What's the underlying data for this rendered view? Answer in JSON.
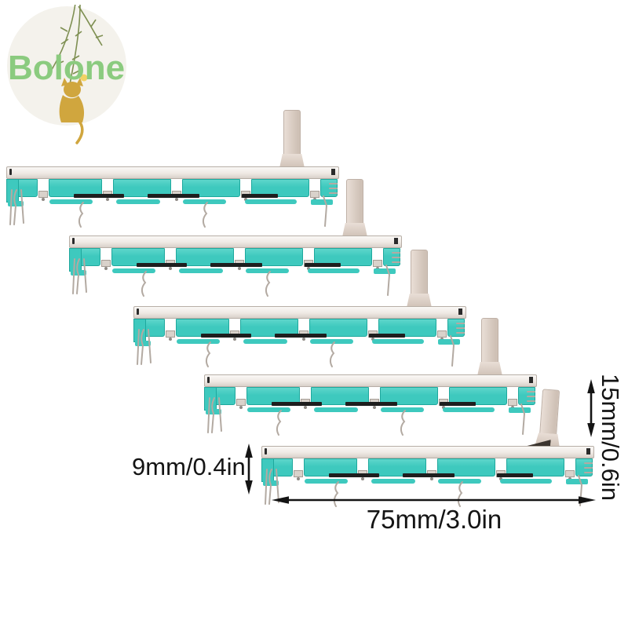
{
  "page": {
    "background": "#ffffff"
  },
  "logo": {
    "text": "Bolone",
    "text_color": "#8bcb7f",
    "badge_color": "#f4f2ec",
    "cat_color": "#d0a63e",
    "branch_color": "#7e8f52",
    "flower_color": "#f2d264"
  },
  "product": {
    "name": "slide potentiometer",
    "count": 5,
    "colors": {
      "body_teal": "#3ec9be",
      "body_teal_dark": "#1fa89d",
      "rail_light": "#faf8f5",
      "rail_mid": "#efe9e4",
      "rail_dark": "#d8d0c9",
      "rail_border": "#b7aea6",
      "knob_light": "#e9ded6",
      "knob_dark": "#cfc1b6",
      "knob_border": "#bfb1a7",
      "pin_metal": "#b3aaa2",
      "track_black": "#1e1e1e",
      "tab_metal": "#d9d2cb"
    }
  },
  "annotations": {
    "height_label": "15mm/0.6in",
    "depth_label": "9mm/0.4in",
    "length_label": "75mm/3.0in",
    "ink": "#141414"
  }
}
